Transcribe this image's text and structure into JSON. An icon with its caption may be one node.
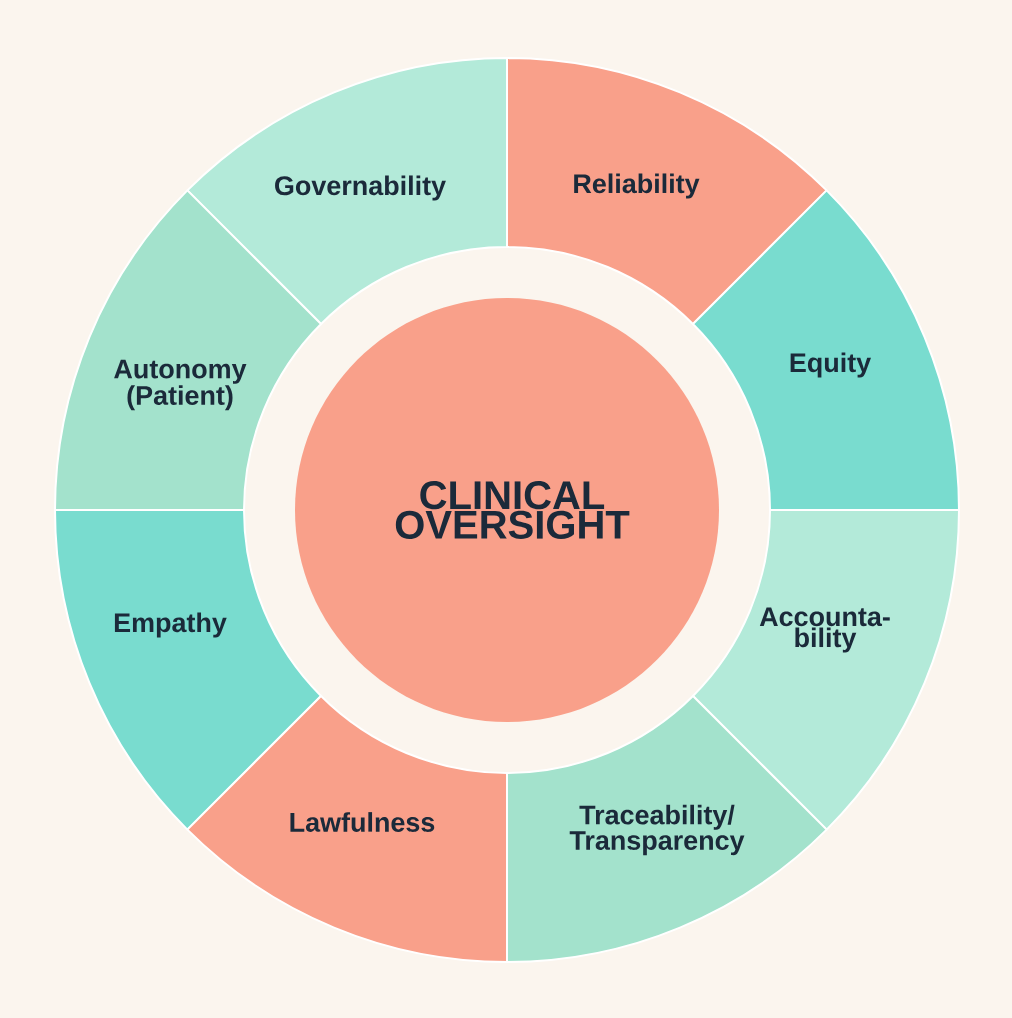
{
  "diagram": {
    "nodes": [
      {
        "text": [
          "Governability"
        ]
      },
      {
        "text": [
          "Reliability"
        ]
      },
      {
        "text": [
          "Autonomy (Patient)"
        ]
      },
      {
        "text": [
          "Equity"
        ]
      },
      {
        "text": [
          "CLINICAL OVERSIGHT"
        ]
      },
      {
        "text": [
          "Accounta-bility"
        ]
      },
      {
        "text": [
          "Empathy"
        ]
      },
      {
        "text": [
          "Traceability/ Transparency"
        ]
      },
      {
        "text": [
          "Lawfulness"
        ]
      }
    ]
  }
}
